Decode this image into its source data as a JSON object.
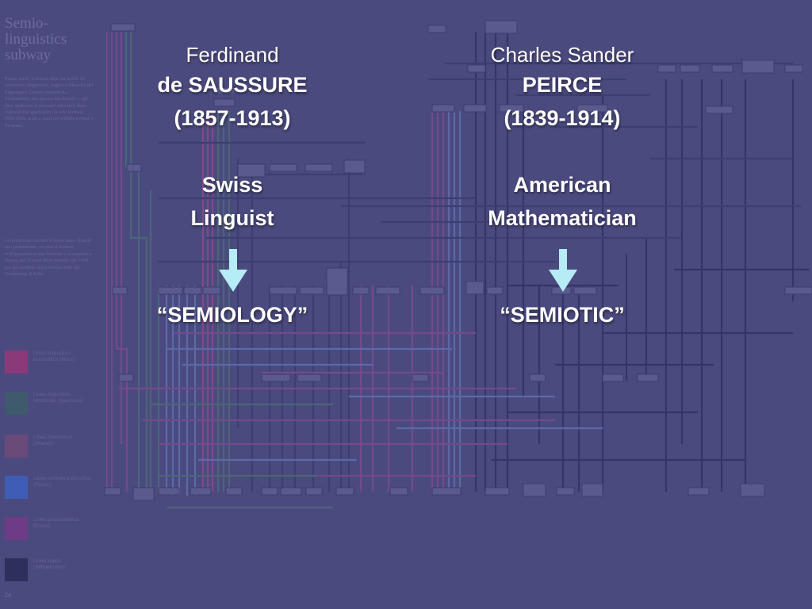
{
  "background": {
    "title": "Semio-\nlinguistics\nsubway",
    "paragraphs": [
      "Primo tracé, il lettore dice sia nel-la all semiotica, linguistica, logica e filosofia del linguaggio. Questo sistema ha diramazioni, ma spesso hai dedari — gli dice qualcosa ai percorsi rativamil della cultural dati guerrafini, la rete fermata della linea reale a stazione entrata e esser o diramari.",
      "La posizione carrière il treno miss, lineare suo produzione, ovvero il diverso collegamento a una ferrovia e la rispetto a chiave dei Tossier Med distinte nel 1950 per gli studenti della Hochschule für Gestaltung di Ulm."
    ],
    "legend": [
      {
        "label": "Linea linguistico-economica (Marx)",
        "color": "#8a3a78"
      },
      {
        "label": "Linea linguistico-strutturale (Saussure)",
        "color": "#3e5a6c"
      },
      {
        "label": "Linea cibernetica (Wiener)",
        "color": "#6a4a78"
      },
      {
        "label": "Linea semiotico-filosofica (Peirce)",
        "color": "#3f5db5"
      },
      {
        "label": "Linea psicoanalitica (Freud)",
        "color": "#6e3c86"
      },
      {
        "label": "Linea logica (Wittgenstein)",
        "color": "#2e2f5c"
      }
    ],
    "page_number": "24"
  },
  "saussure": {
    "first_name": "Ferdinand",
    "surname": "de SAUSSURE",
    "dates": "(1857-1913)",
    "nationality": "Swiss",
    "profession": "Linguist",
    "term": "“SEMIOLOGY”"
  },
  "peirce": {
    "first_name": "Charles Sander",
    "surname": "PEIRCE",
    "dates": "(1839-1914)",
    "nationality": "American",
    "profession": "Mathematician",
    "term": "“SEMIOTIC”"
  },
  "colors": {
    "background": "#4b4a7e",
    "text": "#ffffff",
    "arrow": "#b6ecf6"
  },
  "icons": [
    "arrow-down-icon"
  ]
}
